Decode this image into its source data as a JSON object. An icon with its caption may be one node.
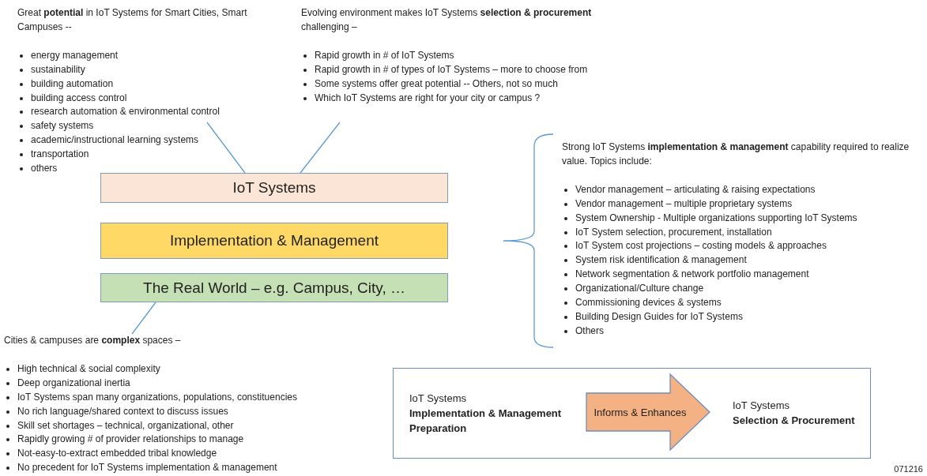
{
  "diagram": {
    "nodes": [
      {
        "text": [
          "Great **potential** in IoT Systems for Smart Cities, Smart Campuses --",
          "energy management",
          "sustainability",
          "building automation",
          "building access control",
          "research automation & environmental control",
          "safety systems",
          "academic/instructional learning systems",
          "transportation",
          "others"
        ]
      },
      {
        "text": [
          "Evolving environment makes IoT Systems **selection & procurement** challenging –",
          "Rapid growth in # of IoT Systems",
          "Rapid growth in # of types of IoT Systems – more to choose from",
          "Some systems offer great potential -- Others, not so much",
          "Which IoT Systems are right for your city or campus ?"
        ]
      },
      {
        "text": [
          "IoT Systems"
        ]
      },
      {
        "text": [
          "Implementation & Management"
        ]
      },
      {
        "text": [
          "The Real World – e.g. Campus, City, …"
        ]
      },
      {
        "text": [
          "Cities & campuses are **complex** spaces –",
          "High technical & social complexity",
          "Deep organizational inertia",
          "IoT Systems span many organizations, populations, constituencies",
          "No rich language/shared context to discuss issues",
          "Skill set shortages – technical, organizational, other",
          "Rapidly growing # of provider relationships to manage",
          "Not-easy-to-extract embedded tribal knowledge",
          "No precedent for IoT Systems implementation & management"
        ]
      },
      {
        "text": [
          "Strong IoT Systems **implementation & management** capability required to realize value. Topics include:",
          "Vendor management – articulating & raising expectations",
          "Vendor management – multiple proprietary systems",
          "System Ownership - Multiple organizations supporting IoT Systems",
          "IoT System selection, procurement, installation",
          "IoT System cost projections – costing models & approaches",
          "System risk identification & management",
          "Network segmentation & network portfolio management",
          "Organizational/Culture change",
          "Commissioning devices & systems",
          "Building Design Guides for IoT Systems",
          "Others"
        ]
      },
      {
        "text": [],
        "shape": "box"
      },
      {
        "text": [
          "IoT Systems",
          "Implementation & Management Preparation"
        ],
        "in": 7
      },
      {
        "text": [
          "IoT Systems",
          "Selection & Procurement"
        ],
        "in": 7
      }
    ],
    "edges": [
      {
        "from": 0,
        "to": 2,
        "arrow": "none"
      },
      {
        "from": 1,
        "to": 2,
        "arrow": "none"
      },
      {
        "from": 5,
        "to": 4,
        "arrow": "none"
      },
      {
        "from": 8,
        "to": 9,
        "label": "Informs & Enhances",
        "arrow": "to"
      }
    ],
    "labels": [
      "071216"
    ]
  }
}
